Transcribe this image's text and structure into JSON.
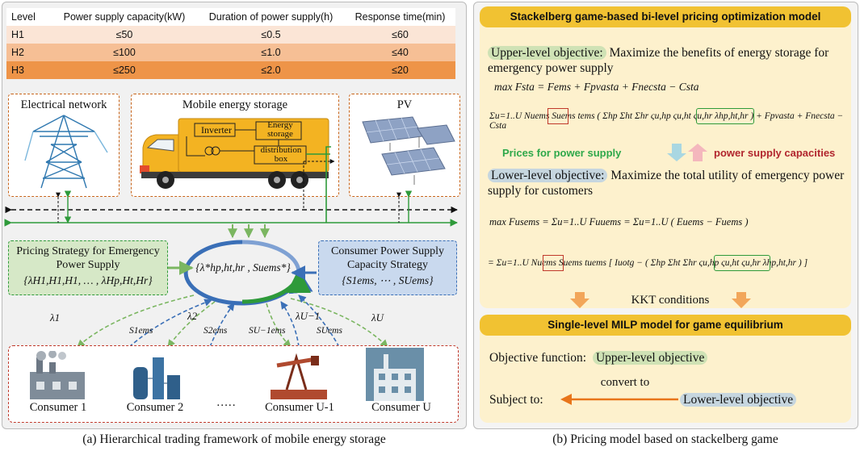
{
  "captions": {
    "left": "(a) Hierarchical trading framework of mobile energy storage",
    "right": "(b) Pricing model based on stackelberg game"
  },
  "level_table": {
    "headers": [
      "Level",
      "Power supply capacity(kW)",
      "Duration of power supply(h)",
      "Response time(min)"
    ],
    "rows": [
      {
        "level": "H1",
        "capacity": "≤50",
        "duration": "≤0.5",
        "response": "≤60",
        "color": "#fbe5d6"
      },
      {
        "level": "H2",
        "capacity": "≤100",
        "duration": "≤1.0",
        "response": "≤40",
        "color": "#f6bf95"
      },
      {
        "level": "H3",
        "capacity": "≤250",
        "duration": "≤2.0",
        "response": "≤20",
        "color": "#ee9448"
      }
    ]
  },
  "framework": {
    "electrical_network": "Electrical network",
    "mobile_storage": "Mobile energy storage",
    "inverter": "Inverter",
    "energy_storage": "Energy storage",
    "distribution_box": "distribution box",
    "pv": "PV",
    "pricing_strategy_title": "Pricing Strategy for Emergency Power Supply",
    "pricing_strategy_set": "{λH1,H1,H1, … , λHp,Ht,Hr}",
    "equilibrium": "{λ*hp,ht,hr , Suems*}",
    "consumer_strategy_title": "Consumer Power Supply Capacity Strategy",
    "consumer_strategy_set": "{S1ems, ⋯ , SUems}",
    "flow_labels": [
      "λ1",
      "S1ems",
      "λ2",
      "S2ems",
      "SU−1ems",
      "λU−1",
      "SUems",
      "λU"
    ],
    "consumers": [
      "Consumer 1",
      "Consumer 2",
      "·····",
      "Consumer U-1",
      "Consumer U"
    ]
  },
  "model": {
    "title": "Stackelberg game-based bi-level pricing optimization model",
    "upper_label": "Upper-level objective:",
    "upper_text": " Maximize the benefits of energy storage for emergency power supply",
    "upper_eq1": "max  Fsta = Fems + Fpvasta + Fnecsta − Csta",
    "upper_eq2": "Σu=1..U Nuems Suems tems ( Σhp Σht Σhr ςu,hp ςu,ht ςu,hr λhp,ht,hr ) + Fpvasta + Fnecsta − Csta",
    "prices_label": "Prices for power supply",
    "capacities_label": "power supply capacities",
    "lower_label": "Lower-level objective:",
    "lower_text": " Maximize the total utility of emergency power supply for customers",
    "lower_eq1": "max  Fusems = Σu=1..U Fuuems = Σu=1..U ( Euems − Fuems )",
    "lower_eq2": "= Σu=1..U Nuems Suems tuems [ Iuotg − ( Σhp Σht Σhr ςu,hp ςu,ht ςu,hr λhp,ht,hr ) ]",
    "kkt": "KKT conditions",
    "milp_title": "Single-level MILP model for game equilibrium",
    "objective_function_label": "Objective function:",
    "objective_function_value": "Upper-level objective",
    "subject_to_label": "Subject to:",
    "convert_to": "convert to",
    "subject_to_value": "Lower-level objective"
  },
  "colors": {
    "orange_dash": "#c8651b",
    "green": "#2e9a3a",
    "blue": "#3a6fb7",
    "red": "#c0392b",
    "yellow": "#f1c232"
  }
}
